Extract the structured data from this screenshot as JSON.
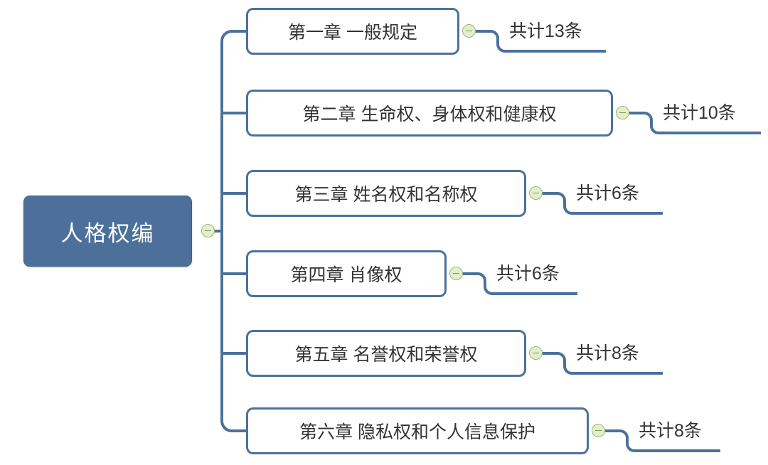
{
  "diagram": {
    "type": "mindmap",
    "title": "人格权编",
    "root": {
      "label": "人格权编",
      "toggle_icon": "collapse-minus-icon"
    },
    "branches": [
      {
        "label": "第一章 一般规定",
        "count_label": "共计13条",
        "count": 13,
        "toggle_icon": "collapse-minus-icon"
      },
      {
        "label": "第二章 生命权、身体权和健康权",
        "count_label": "共计10条",
        "count": 10,
        "toggle_icon": "collapse-minus-icon"
      },
      {
        "label": "第三章 姓名权和名称权",
        "count_label": "共计6条",
        "count": 6,
        "toggle_icon": "collapse-minus-icon"
      },
      {
        "label": "第四章 肖像权",
        "count_label": "共计6条",
        "count": 6,
        "toggle_icon": "collapse-minus-icon"
      },
      {
        "label": "第五章 名誉权和荣誉权",
        "count_label": "共计8条",
        "count": 8,
        "toggle_icon": "collapse-minus-icon"
      },
      {
        "label": "第六章 隐私权和个人信息保护",
        "count_label": "共计8条",
        "count": 8,
        "toggle_icon": "collapse-minus-icon"
      }
    ],
    "colors": {
      "root_fill": "#4c7099",
      "root_text": "#ffffff",
      "branch_border": "#4c719b",
      "branch_text": "#333333",
      "connector": "#4c719b",
      "toggle_fill": "#e3eecd",
      "toggle_border": "#9cb573",
      "background": "#ffffff"
    }
  }
}
